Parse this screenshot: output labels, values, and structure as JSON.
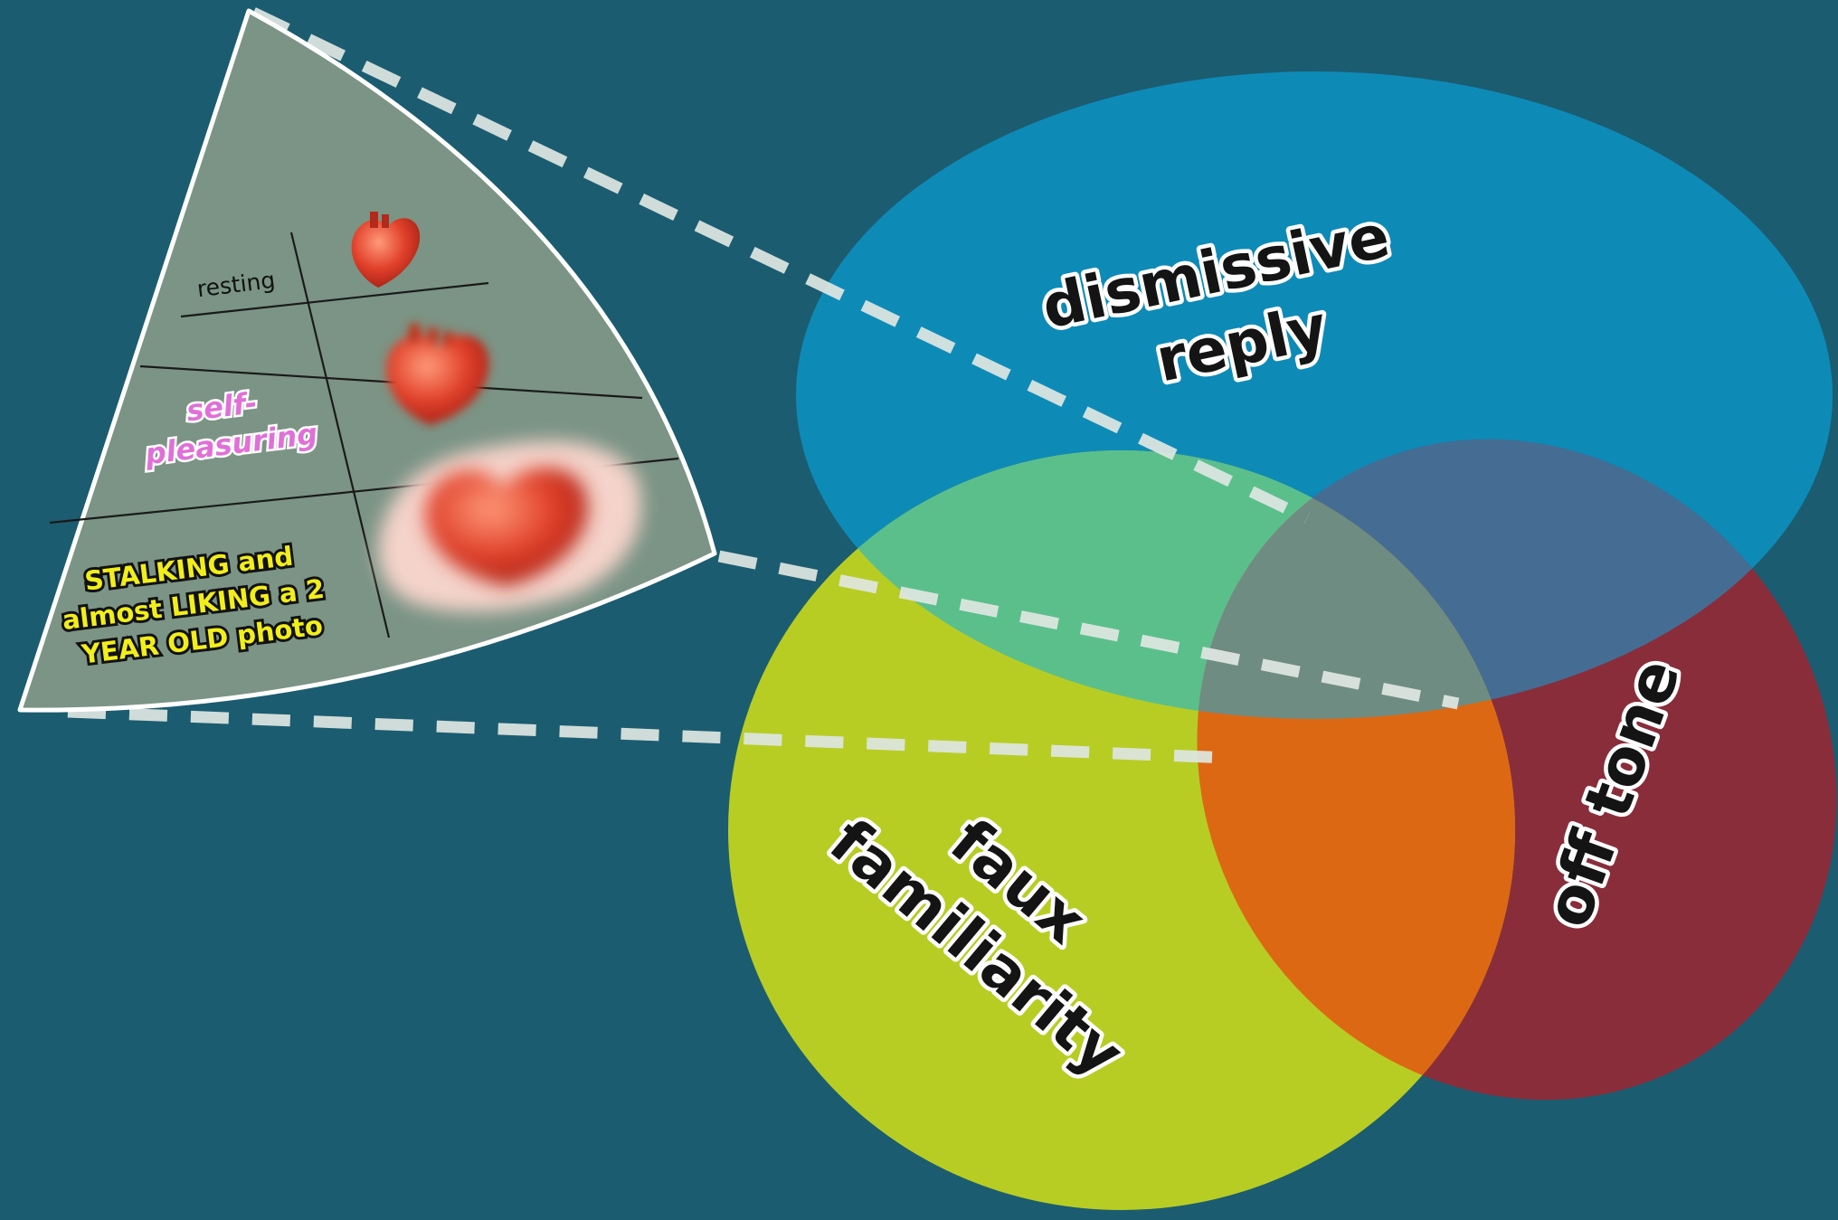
{
  "venn": {
    "circles": [
      {
        "label_lines": [
          "dismissive",
          "reply"
        ],
        "color": "#0e8ab7"
      },
      {
        "label_lines": [
          "off tone"
        ],
        "color": "#8a2d3a"
      },
      {
        "label_lines": [
          "faux",
          "familiarity"
        ],
        "color": "#b8cd24"
      }
    ],
    "overlap_colors": {
      "blue_green": "#5bbf8c",
      "blue_red": "#456d94",
      "green_red": "#dd6813",
      "center": "#6f8c82"
    }
  },
  "inset": {
    "rows": [
      {
        "label": [
          "resting"
        ],
        "label_color": "#111111"
      },
      {
        "label": [
          "self-",
          "pleasuring"
        ],
        "label_color": "#e070d8"
      },
      {
        "label": [
          "STALKING and",
          "almost LIKING a 2",
          "YEAR OLD photo"
        ],
        "label_color": "#f2ee1a"
      }
    ],
    "background": "#7b9485"
  },
  "colors": {
    "background": "#1b5c70",
    "heart": "#e0402a"
  }
}
